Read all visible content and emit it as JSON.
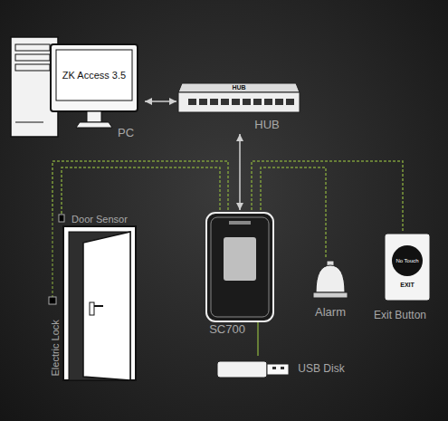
{
  "diagram": {
    "nodes": [
      {
        "text": [
          "ZK Access 3.5",
          "PC"
        ]
      },
      {
        "text": [
          "HUB",
          "HUB"
        ]
      },
      {
        "text": [
          "SC700"
        ]
      },
      {
        "text": [
          "Door Sensor",
          "Electric Lock"
        ]
      },
      {
        "text": [
          "Alarm"
        ]
      },
      {
        "text": [
          "No Touch",
          "EXIT",
          "Exit Button"
        ]
      },
      {
        "text": [
          "USB Disk"
        ]
      }
    ],
    "edges": [
      {
        "from": 0,
        "to": 1,
        "arrow": "both"
      },
      {
        "from": 1,
        "to": 2,
        "arrow": "both"
      },
      {
        "from": 2,
        "to": 3,
        "arrow": "none"
      },
      {
        "from": 2,
        "to": 3,
        "arrow": "none"
      },
      {
        "from": 2,
        "to": 4,
        "arrow": "none"
      },
      {
        "from": 2,
        "to": 5,
        "arrow": "none"
      },
      {
        "from": 2,
        "to": 6,
        "arrow": "none"
      }
    ]
  }
}
